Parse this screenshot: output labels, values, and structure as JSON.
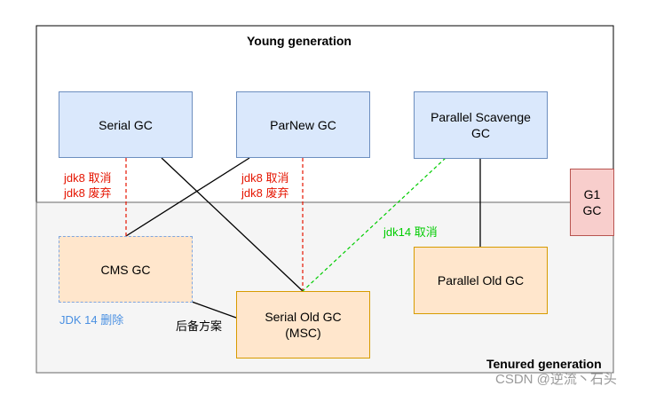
{
  "regions": {
    "young_title": "Young generation",
    "tenured_title": "Tenured generation"
  },
  "nodes": {
    "serial_gc": "Serial GC",
    "parnew_gc": "ParNew GC",
    "parallel_scavenge_gc": [
      "Parallel Scavenge",
      "GC"
    ],
    "g1_gc": [
      "G1",
      "GC"
    ],
    "cms_gc": "CMS GC",
    "serial_old_gc": [
      "Serial Old GC",
      "(MSC)"
    ],
    "parallel_old_gc": "Parallel Old GC"
  },
  "annotations": {
    "serial_cancel": [
      "jdk8 取消",
      "jdk8 废弃"
    ],
    "parnew_cancel": [
      "jdk8 取消",
      "jdk8 废弃"
    ],
    "jdk14_cancel": "jdk14 取消",
    "cms_removed": "JDK 14 删除",
    "backup_plan": "后备方案"
  },
  "watermark": "CSDN @逆流丶石头",
  "colors": {
    "blue_fill": "#dae8fc",
    "blue_stroke": "#6c8ebf",
    "orange_fill": "#ffe6cc",
    "orange_stroke": "#d79b00",
    "red_fill": "#f8cecc",
    "red_stroke": "#b85450",
    "tenured_fill": "#f5f5f5",
    "red_dashed": "#e51400",
    "green_dashed": "#00cc00",
    "cms_dashed_border": "#7ea6e0"
  }
}
